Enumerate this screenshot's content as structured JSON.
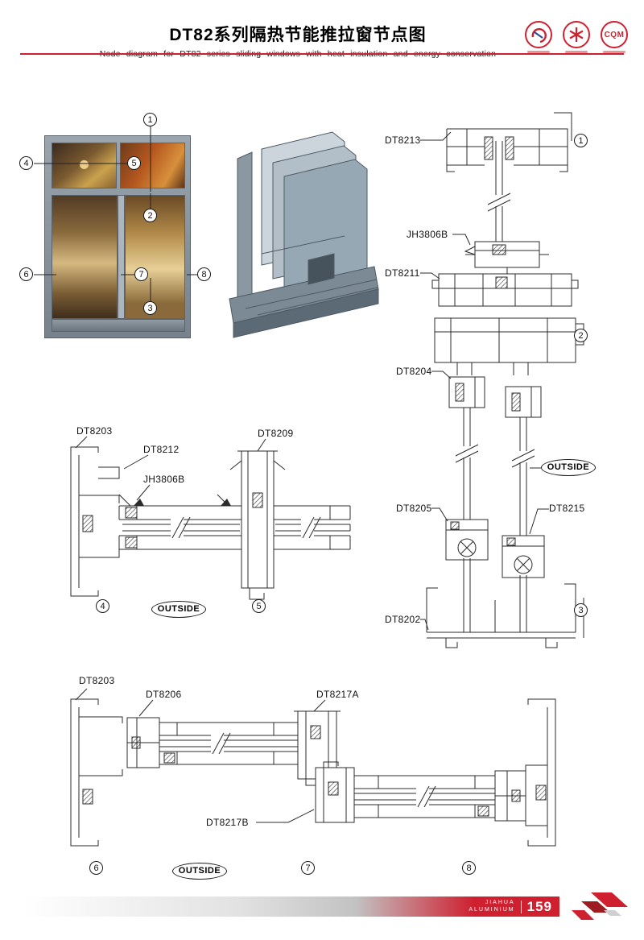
{
  "header": {
    "title": "DT82系列隔热节能推拉窗节点图",
    "subtitle": "Node diagram for DT82 series sliding windows with heat insulation and energy conservation",
    "cqm_label": "CQM"
  },
  "colors": {
    "accent_red": "#cf2030",
    "line": "#2b2b2b"
  },
  "photo": {
    "callouts": [
      "1",
      "4",
      "5",
      "2",
      "6",
      "7",
      "8",
      "3"
    ]
  },
  "right_section": {
    "labels": {
      "dt8213": "DT8213",
      "jh3806b": "JH3806B",
      "dt8211": "DT8211",
      "dt8204": "DT8204",
      "dt8205": "DT8205",
      "dt8215": "DT8215",
      "dt8202": "DT8202"
    },
    "callouts": [
      "1",
      "2",
      "3"
    ],
    "outside": "OUTSIDE"
  },
  "mid_section": {
    "labels": {
      "dt8203": "DT8203",
      "dt8212": "DT8212",
      "jh3806b": "JH3806B",
      "dt8209": "DT8209"
    },
    "callouts": [
      "4",
      "5"
    ],
    "outside": "OUTSIDE"
  },
  "bottom_section": {
    "labels": {
      "dt8203": "DT8203",
      "dt8206": "DT8206",
      "dt8217a": "DT8217A",
      "dt8217b": "DT8217B"
    },
    "callouts": [
      "6",
      "7",
      "8"
    ],
    "outside": "OUTSIDE"
  },
  "footer": {
    "brand_top": "JIAHUA",
    "brand_bottom": "ALUMINIUM",
    "page": "159"
  }
}
